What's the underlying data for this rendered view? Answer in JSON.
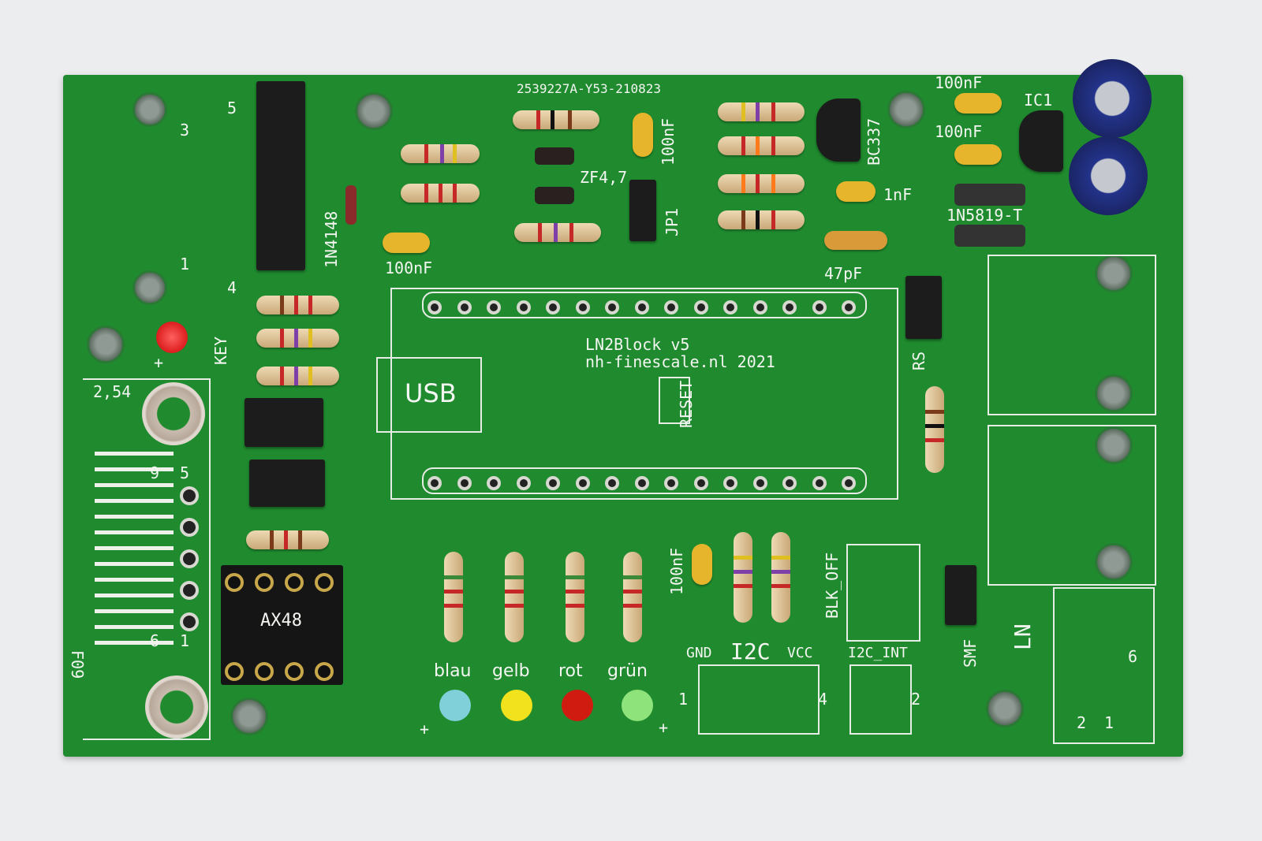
{
  "board": {
    "order_code": "2539227A-Y53-210823",
    "title": "LN2Block v5",
    "website": "nh-finescale.nl 2021",
    "usb_label": "USB",
    "reset_label": "RESET",
    "rs_label": "RS",
    "jp1_label": "JP1",
    "zener_label": "ZF4,7",
    "diode_label": "1N4148",
    "schottky_label": "1N5819-T",
    "transistor_label": "BC337",
    "ic1_label": "IC1",
    "cap_100nf": "100nF",
    "cap_1nf": "1nF",
    "cap_47pf": "47pF",
    "key_label": "KEY",
    "plus": "+",
    "pitch_label": "2,54",
    "edge_label": "F09",
    "socket_label": "AX48",
    "connector_pins": [
      "5",
      "3",
      "1",
      "4"
    ],
    "dsub_pins": [
      "9",
      "5",
      "6",
      "1"
    ],
    "led_labels": [
      "blau",
      "gelb",
      "rot",
      "grün"
    ],
    "led_colors": [
      "#7fd0d8",
      "#f2e21e",
      "#d01c10",
      "#8ee37a"
    ],
    "i2c": {
      "gnd": "GND",
      "title": "I2C",
      "vcc": "VCC",
      "pin1": "1",
      "pin4": "4"
    },
    "i2c_int": {
      "label": "I2C_INT",
      "pin2": "2"
    },
    "blk_off_label": "BLK_OFF",
    "smf_label": "SMF",
    "ln": {
      "label": "LN",
      "pin6": "6",
      "pin2": "2",
      "pin1": "1"
    },
    "pcb_color": "#1f8a2e"
  }
}
